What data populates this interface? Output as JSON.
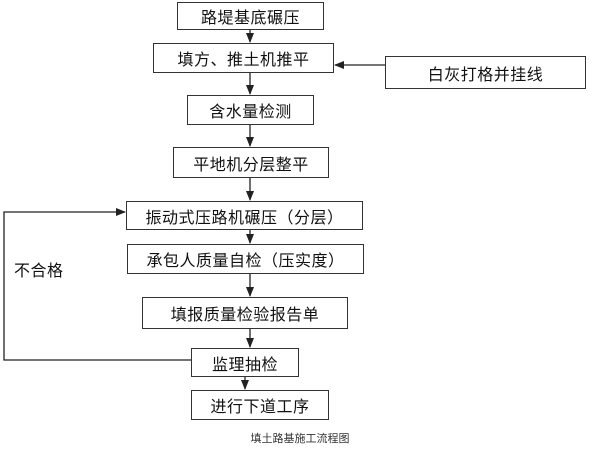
{
  "steps": [
    "路堤基底碾压",
    "填方、推土机推平",
    "含水量检测",
    "平地机分层整平",
    "振动式压路机碾压（分层）",
    "承包人质量自检（压实度）",
    "填报质量检验报告单",
    "监理抽检",
    "进行下道工序"
  ],
  "side_step": "白灰打格并挂线",
  "fail_label": "不合格",
  "caption": "填土路基施工流程图"
}
